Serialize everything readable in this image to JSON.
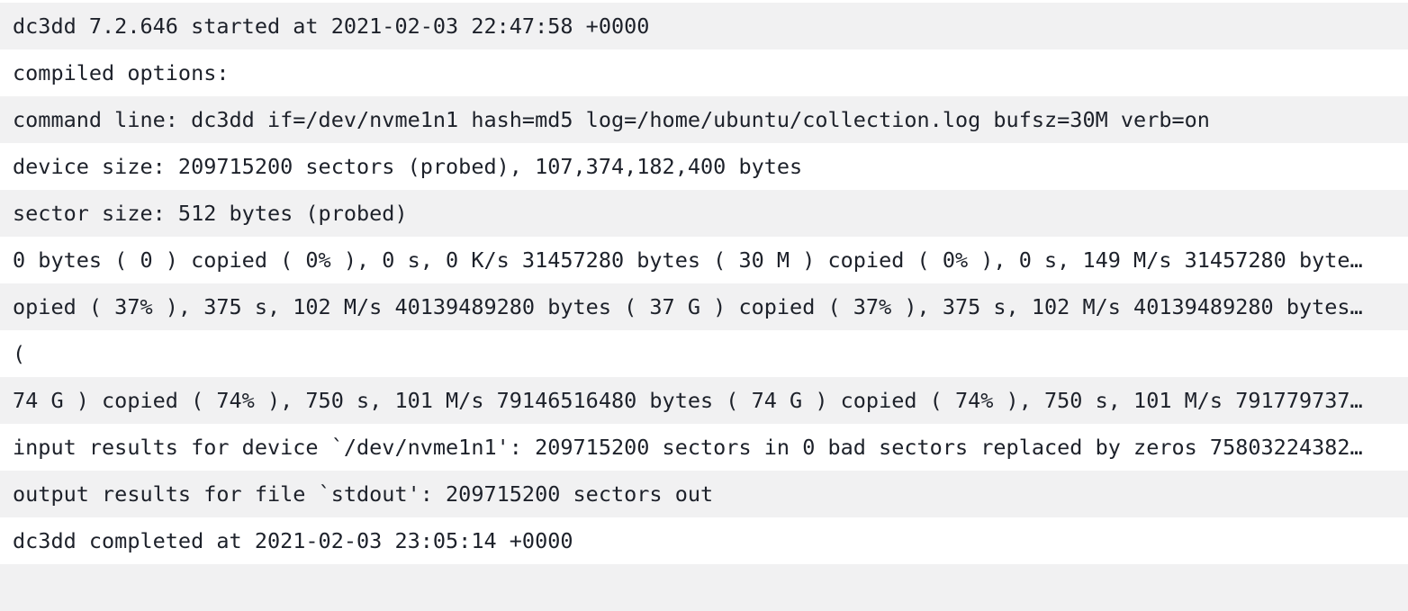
{
  "colors": {
    "stripe_background": "#f1f1f2",
    "row_background": "#ffffff",
    "text": "#1d212a"
  },
  "log": {
    "lines": [
      {
        "text": "dc3dd 7.2.646 started at 2021-02-03 22:47:58 +0000"
      },
      {
        "text": "compiled options:"
      },
      {
        "text": "command line: dc3dd if=/dev/nvme1n1 hash=md5 log=/home/ubuntu/collection.log bufsz=30M verb=on"
      },
      {
        "text": "device size: 209715200 sectors (probed), 107,374,182,400 bytes"
      },
      {
        "text": "sector size: 512 bytes (probed)"
      },
      {
        "text": "0 bytes ( 0 ) copied ( 0% ), 0 s, 0 K/s 31457280 bytes ( 30 M ) copied ( 0% ), 0 s, 149 M/s 31457280 byte…"
      },
      {
        "text": "opied ( 37% ), 375 s, 102 M/s 40139489280 bytes ( 37 G ) copied ( 37% ), 375 s, 102 M/s 40139489280 bytes…"
      },
      {
        "text": "("
      },
      {
        "text": "74 G ) copied ( 74% ), 750 s, 101 M/s 79146516480 bytes ( 74 G ) copied ( 74% ), 750 s, 101 M/s 791779737…"
      },
      {
        "text": "input results for device `/dev/nvme1n1': 209715200 sectors in 0 bad sectors replaced by zeros 75803224382…"
      },
      {
        "text": "output results for file `stdout': 209715200 sectors out"
      },
      {
        "text": "dc3dd completed at 2021-02-03 23:05:14 +0000"
      },
      {
        "text": ""
      }
    ]
  }
}
